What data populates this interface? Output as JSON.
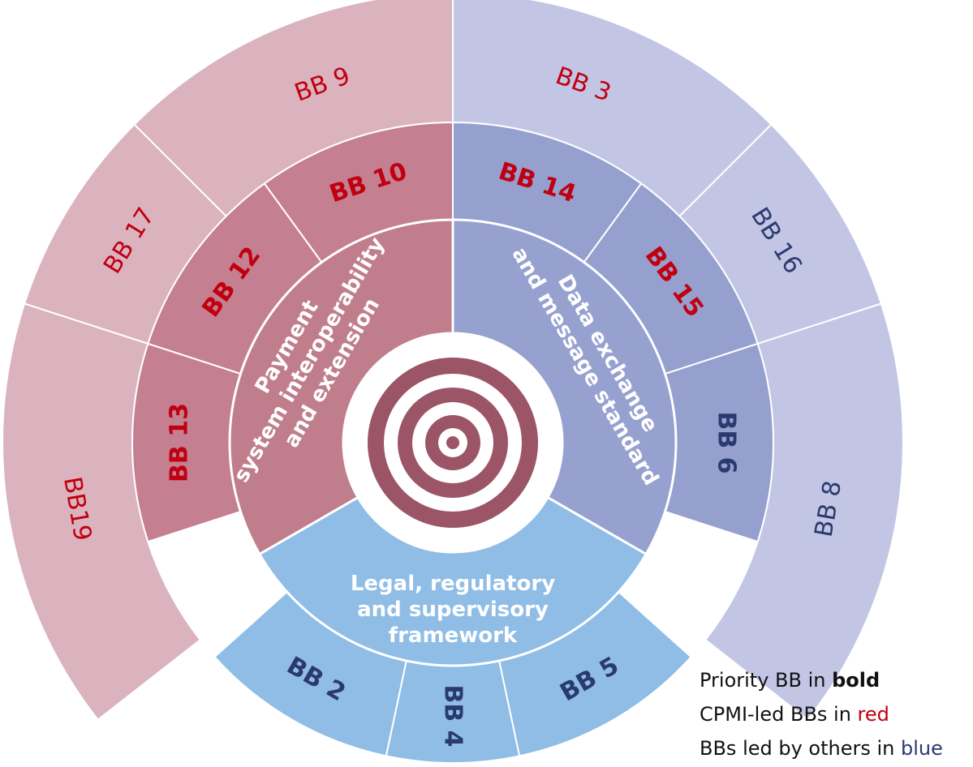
{
  "colors": {
    "pay_outer": "#dbb3bf",
    "pay_mid": "#c47f90",
    "pay_inner": "#c07e8d",
    "data_outer": "#c2c6e4",
    "data_mid": "#95a0cf",
    "data_inner": "#96a1d0",
    "legal_outer": "#8fbde6",
    "legal_inner": "#8fbde6",
    "target": "#9b5566",
    "cpmi": "#c00010",
    "others": "#2a3a6e",
    "white": "#ffffff"
  },
  "inner_sectors": [
    {
      "text": [
        "Payment",
        "system interoperability",
        "and extension"
      ],
      "fill": "pay_inner"
    },
    {
      "text": [
        "Data exchange",
        "and message standard"
      ],
      "fill": "data_inner"
    },
    {
      "text": [
        "Legal, regulatory",
        "and supervisory",
        "framework"
      ],
      "fill": "legal_inner"
    }
  ],
  "middle_blocks": [
    {
      "label": "BB 10",
      "lead": "cpmi",
      "priority": true,
      "fill": "pay_mid"
    },
    {
      "label": "BB 12",
      "lead": "cpmi",
      "priority": true,
      "fill": "pay_mid"
    },
    {
      "label": "BB 13",
      "lead": "cpmi",
      "priority": true,
      "fill": "pay_mid"
    },
    {
      "label": "BB 14",
      "lead": "cpmi",
      "priority": true,
      "fill": "data_mid"
    },
    {
      "label": "BB 15",
      "lead": "cpmi",
      "priority": true,
      "fill": "data_mid"
    },
    {
      "label": "BB 6",
      "lead": "others",
      "priority": true,
      "fill": "data_mid"
    },
    {
      "label": "BB 2",
      "lead": "others",
      "priority": true,
      "fill": "legal_outer"
    },
    {
      "label": "BB 4",
      "lead": "others",
      "priority": true,
      "fill": "legal_outer"
    },
    {
      "label": "BB 5",
      "lead": "others",
      "priority": true,
      "fill": "legal_outer"
    }
  ],
  "outer_blocks": [
    {
      "label": "BB 9",
      "lead": "cpmi",
      "priority": false,
      "fill": "pay_outer"
    },
    {
      "label": "BB 17",
      "lead": "cpmi",
      "priority": false,
      "fill": "pay_outer"
    },
    {
      "label": "BB19",
      "lead": "cpmi",
      "priority": false,
      "fill": "pay_outer"
    },
    {
      "label": "BB 3",
      "lead": "cpmi",
      "priority": false,
      "fill": "data_outer"
    },
    {
      "label": "BB 16",
      "lead": "others",
      "priority": false,
      "fill": "data_outer"
    },
    {
      "label": "BB 8",
      "lead": "others",
      "priority": false,
      "fill": "data_outer"
    }
  ],
  "legend": {
    "line1_prefix": "Priority BB in ",
    "line1_bold": "bold",
    "line2_prefix": "CPMI-led BBs in ",
    "line2_colored": "red",
    "line3_prefix": "BBs led by others in ",
    "line3_colored": "blue"
  }
}
